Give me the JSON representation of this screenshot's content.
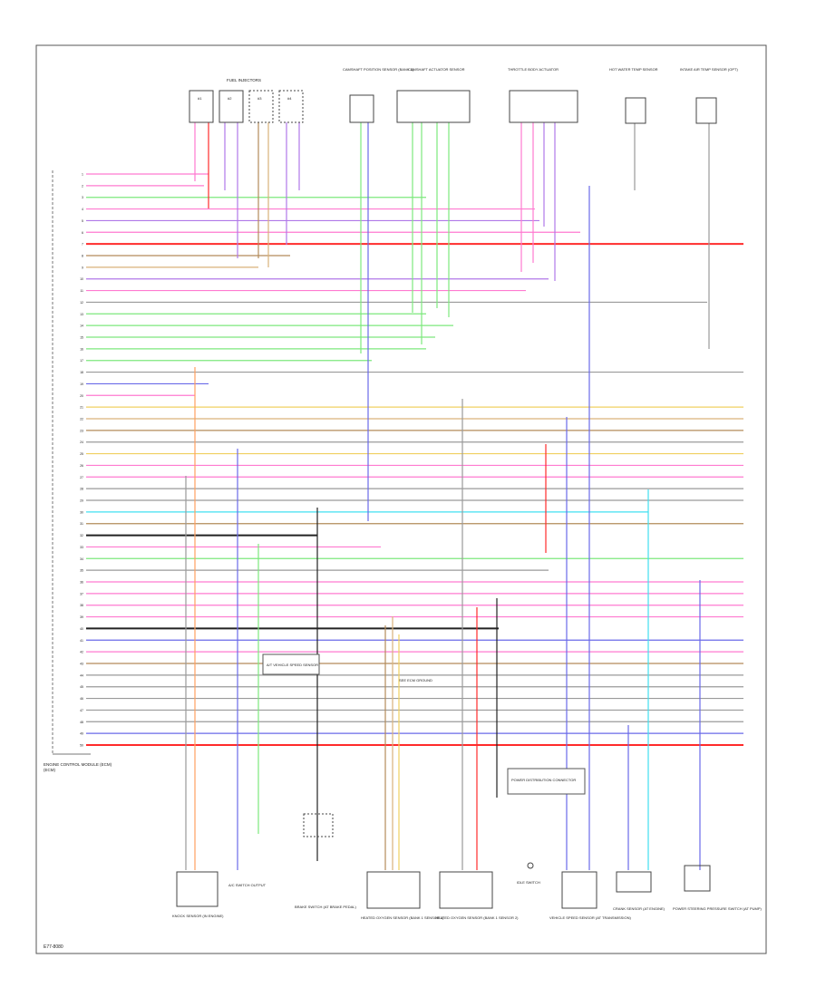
{
  "diagram": {
    "corner_code": "E77-8080",
    "ecm_label": "ENGINE CONTROL MODULE (ECM)",
    "ecm_note": "(ECM)",
    "top_components": [
      {
        "id": "fuel-injectors",
        "label": "FUEL INJECTORS",
        "sublabels": [
          "#1",
          "#2",
          "#3",
          "#4"
        ]
      },
      {
        "id": "camshaft-sensor-bank1",
        "label": "CAMSHAFT POSITION SENSOR (BANK 1)"
      },
      {
        "id": "camshaft-actuator",
        "label": "CAMSHAFT ACTUATOR SENSOR"
      },
      {
        "id": "throttle-body",
        "label": "THROTTLE BODY ACTUATOR"
      },
      {
        "id": "hot-water-temp",
        "label": "HOT WATER TEMP SENSOR"
      },
      {
        "id": "intake-air-temp",
        "label": "INTAKE AIR TEMP SENSOR (OPT)"
      }
    ],
    "bottom_components": [
      {
        "id": "knock-sensor",
        "label": "KNOCK SENSOR (IN ENGINE)"
      },
      {
        "id": "idle-air",
        "label": "A/C SWITCH OUTPUT"
      },
      {
        "id": "brake-switch",
        "label": "BRAKE SWITCH (AT BRAKE PEDAL)"
      },
      {
        "id": "heated-o2-front",
        "label": "HEATED OXYGEN SENSOR (BANK 1 SENSOR 1)"
      },
      {
        "id": "heated-o2-rear",
        "label": "HEATED OXYGEN SENSOR (BANK 1 SENSOR 2)"
      },
      {
        "id": "idle-switch",
        "label": "IDLE SWITCH"
      },
      {
        "id": "vehicle-speed",
        "label": "VEHICLE SPEED SENSOR (AT TRANSMISSION)"
      },
      {
        "id": "crank-sensor",
        "label": "CRANK SENSOR (AT ENGINE)"
      },
      {
        "id": "power-steering",
        "label": "POWER STEERING PRESSURE SWITCH (AT PUMP)"
      }
    ],
    "callouts": [
      "A/T VEHICLE SPEED SENSOR",
      "SEE ECM GROUND",
      "POWER DISTRIBUTION CONNECTOR"
    ],
    "wire_colors": {
      "pink": "#ff7ad0",
      "red": "#ff2b2b",
      "green": "#7de87d",
      "blue": "#6a6ae8",
      "yellow": "#f0d060",
      "tan": "#d9b27a",
      "brown": "#b38b5a",
      "cyan": "#40e0f0",
      "gray": "#9a9a9a",
      "black": "#222222",
      "violet": "#b078e8",
      "orange": "#ffa060"
    },
    "wire_rows": [
      {
        "pin": "1",
        "color": "pink"
      },
      {
        "pin": "2",
        "color": "pink"
      },
      {
        "pin": "3",
        "color": "green"
      },
      {
        "pin": "4",
        "color": "pink"
      },
      {
        "pin": "5",
        "color": "violet"
      },
      {
        "pin": "6",
        "color": "pink"
      },
      {
        "pin": "7",
        "color": "red"
      },
      {
        "pin": "8",
        "color": "brown"
      },
      {
        "pin": "9",
        "color": "tan"
      },
      {
        "pin": "10",
        "color": "violet"
      },
      {
        "pin": "11",
        "color": "pink"
      },
      {
        "pin": "12",
        "color": "gray"
      },
      {
        "pin": "13",
        "color": "green"
      },
      {
        "pin": "14",
        "color": "green"
      },
      {
        "pin": "15",
        "color": "green"
      },
      {
        "pin": "16",
        "color": "green"
      },
      {
        "pin": "17",
        "color": "green"
      },
      {
        "pin": "18",
        "color": "gray"
      },
      {
        "pin": "19",
        "color": "blue"
      },
      {
        "pin": "20",
        "color": "pink"
      },
      {
        "pin": "21",
        "color": "yellow"
      },
      {
        "pin": "22",
        "color": "tan"
      },
      {
        "pin": "23",
        "color": "brown"
      },
      {
        "pin": "24",
        "color": "gray"
      },
      {
        "pin": "25",
        "color": "yellow"
      },
      {
        "pin": "26",
        "color": "pink"
      },
      {
        "pin": "27",
        "color": "pink"
      },
      {
        "pin": "28",
        "color": "gray"
      },
      {
        "pin": "29",
        "color": "gray"
      },
      {
        "pin": "30",
        "color": "cyan"
      },
      {
        "pin": "31",
        "color": "brown"
      },
      {
        "pin": "32",
        "color": "black"
      },
      {
        "pin": "33",
        "color": "pink"
      },
      {
        "pin": "34",
        "color": "green"
      },
      {
        "pin": "35",
        "color": "gray"
      },
      {
        "pin": "36",
        "color": "pink"
      },
      {
        "pin": "37",
        "color": "pink"
      },
      {
        "pin": "38",
        "color": "pink"
      },
      {
        "pin": "39",
        "color": "pink"
      },
      {
        "pin": "40",
        "color": "black"
      },
      {
        "pin": "41",
        "color": "blue"
      },
      {
        "pin": "42",
        "color": "pink"
      },
      {
        "pin": "43",
        "color": "brown"
      },
      {
        "pin": "44",
        "color": "gray"
      },
      {
        "pin": "45",
        "color": "gray"
      },
      {
        "pin": "46",
        "color": "gray"
      },
      {
        "pin": "47",
        "color": "gray"
      },
      {
        "pin": "48",
        "color": "gray"
      },
      {
        "pin": "49",
        "color": "blue"
      },
      {
        "pin": "50",
        "color": "red"
      }
    ]
  }
}
